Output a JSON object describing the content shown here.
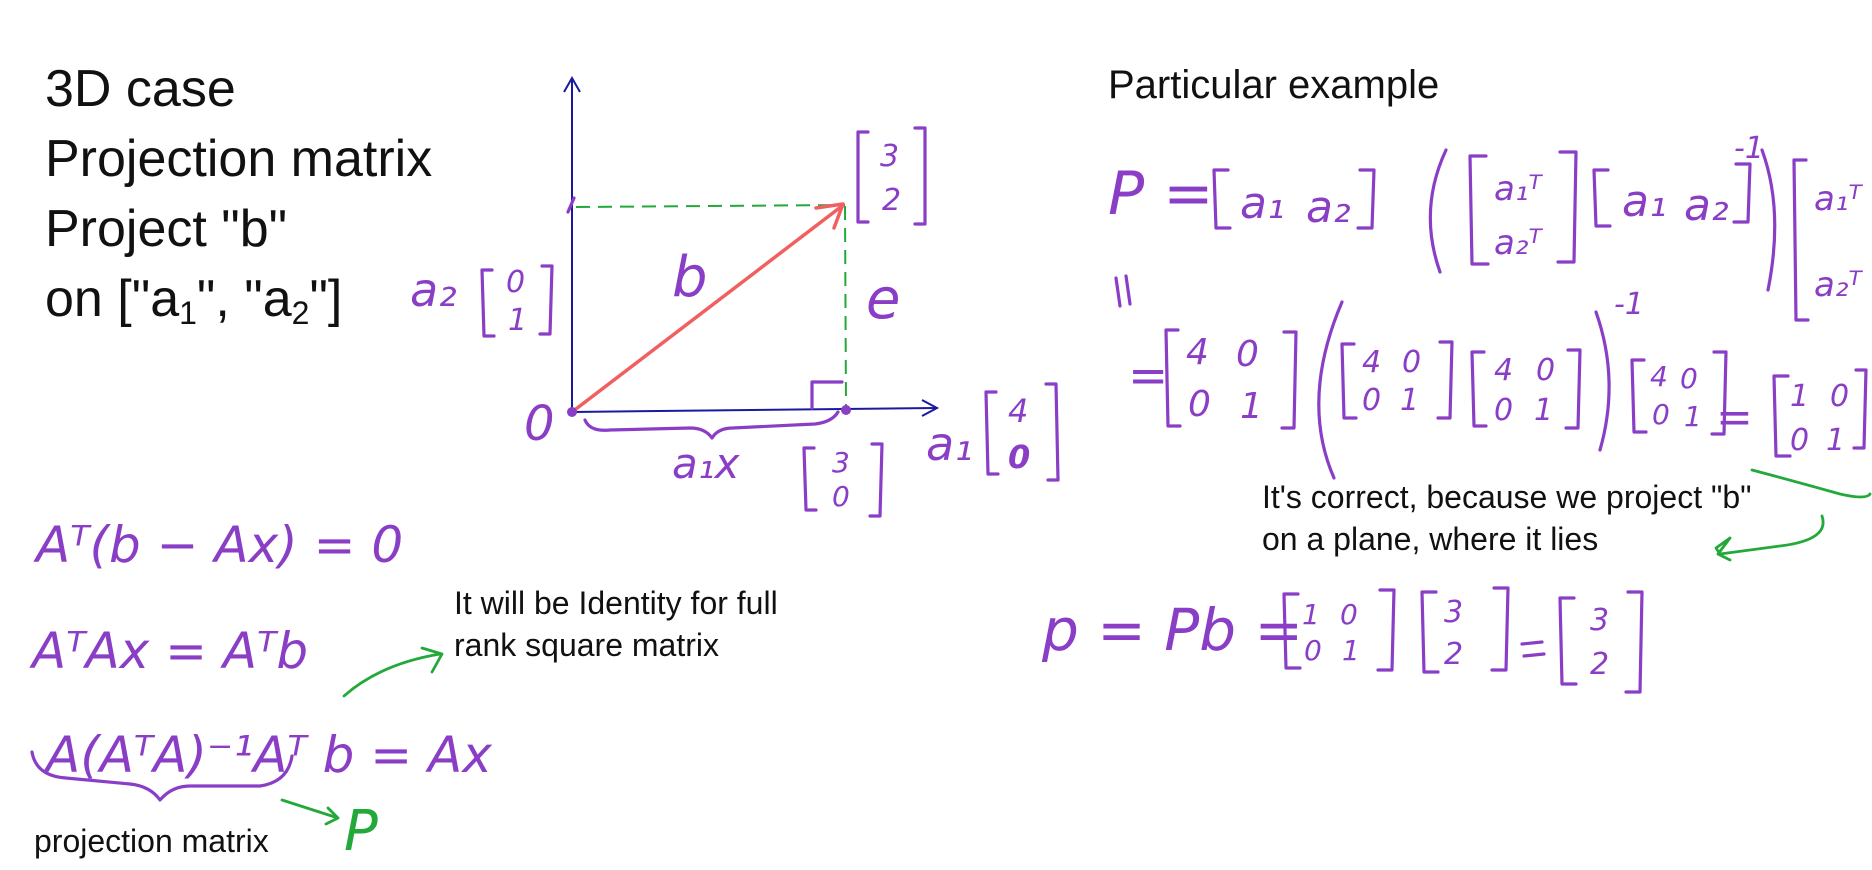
{
  "left_heading": {
    "line1": "3D case",
    "line2": "Projection matrix",
    "line3": "Project \"b\"",
    "line4_prefix": " on [\"a",
    "line4_sub1": "1",
    "line4_mid": "\", \"a",
    "line4_sub2": "2",
    "line4_suffix": "\"]"
  },
  "right_heading": "Particular example",
  "notes": {
    "identity_line1": "It will be Identity for full",
    "identity_line2": "rank square matrix",
    "correct_line1": "It's correct, because we project \"b\"",
    "correct_line2": "on a plane, where it lies",
    "projection_label": "projection matrix"
  },
  "handwriting": {
    "vec_b_top": "3",
    "vec_b_bottom": "2",
    "label_b": "b",
    "label_e": "e",
    "label_origin": "0",
    "label_a2": "a₂",
    "vec_a2_top": "0",
    "vec_a2_bottom": "1",
    "label_a1": "a₁",
    "vec_a1_top": "4",
    "vec_a1_bottom": "0",
    "label_ax": "a₁x",
    "vec_foot_top": "3",
    "vec_foot_bottom": "0",
    "eq1": "Aᵀ(b − Ax) = 0",
    "eq2": "AᵀAx = Aᵀb",
    "eq3": "A(AᵀA)⁻¹Aᵀ b = Ax",
    "label_P_green": "P",
    "p_def_P": "P =",
    "p_def_a1": "a₁",
    "p_def_a2": "a₂",
    "p_def_a1T": "a₁ᵀ",
    "p_def_a2T": "a₂ᵀ",
    "p_inv": "-1",
    "eq_sign_rotated": "=",
    "m_40": "4",
    "m_00": "0",
    "m_01": "0",
    "m_11": "1",
    "result_10": "1",
    "result_00": "0",
    "result_01": "0",
    "result_11": "1",
    "p_eq_prefix": "p = Pb =",
    "p_res_top": "3",
    "p_res_bottom": "2"
  },
  "colors": {
    "ink_purple": "#8a3ec6",
    "ink_green": "#22a93a",
    "vector_red": "#f06060",
    "axis_navy": "#1a1aa0",
    "typed_black": "#111111"
  }
}
